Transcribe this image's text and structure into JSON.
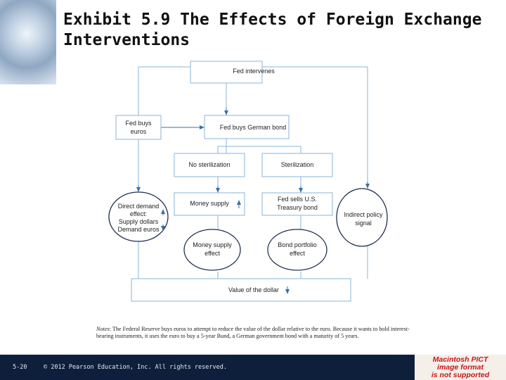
{
  "slide": {
    "title_line1": "Exhibit 5.9  The Effects of Foreign Exchange",
    "title_line2": "Interventions",
    "slide_number": "5-20",
    "copyright": "© 2012 Pearson Education, Inc. All rights reserved."
  },
  "diagram": {
    "fed_intervenes": "Fed intervenes",
    "fed_buys_euros": [
      "Fed buys",
      "euros"
    ],
    "fed_buys_german_bond": "Fed buys German bond",
    "no_sterilization": "No sterilization",
    "sterilization": "Sterilization",
    "money_supply": "Money supply",
    "fed_sells_us_treasury": [
      "Fed sells U.S.",
      "Treasury bond"
    ],
    "direct_demand_effect": [
      "Direct demand",
      "effect:",
      "Supply dollars",
      "Demand euros"
    ],
    "indirect_policy_signal": [
      "Indirect policy",
      "signal"
    ],
    "money_supply_effect": [
      "Money supply",
      "effect"
    ],
    "bond_portfolio_effect": [
      "Bond portfolio",
      "effect"
    ],
    "value_of_dollar": "Value of the dollar",
    "colors": {
      "box_border": "#8ab4d8",
      "line": "#8ab4d8",
      "arrow": "#3b6fa8"
    }
  },
  "notes": {
    "label": "Notes",
    "text": ": The Federal Reserve buys euros to attempt to reduce the value of the dollar relative to the euro. Because it wants to hold interest-bearing instruments, it uses the euro to buy a 5-year Bund, a German government bond with a maturity of 5 years."
  },
  "placeholder_image": {
    "lines": [
      "Macintosh PICT",
      "image format",
      "is not supported"
    ]
  }
}
